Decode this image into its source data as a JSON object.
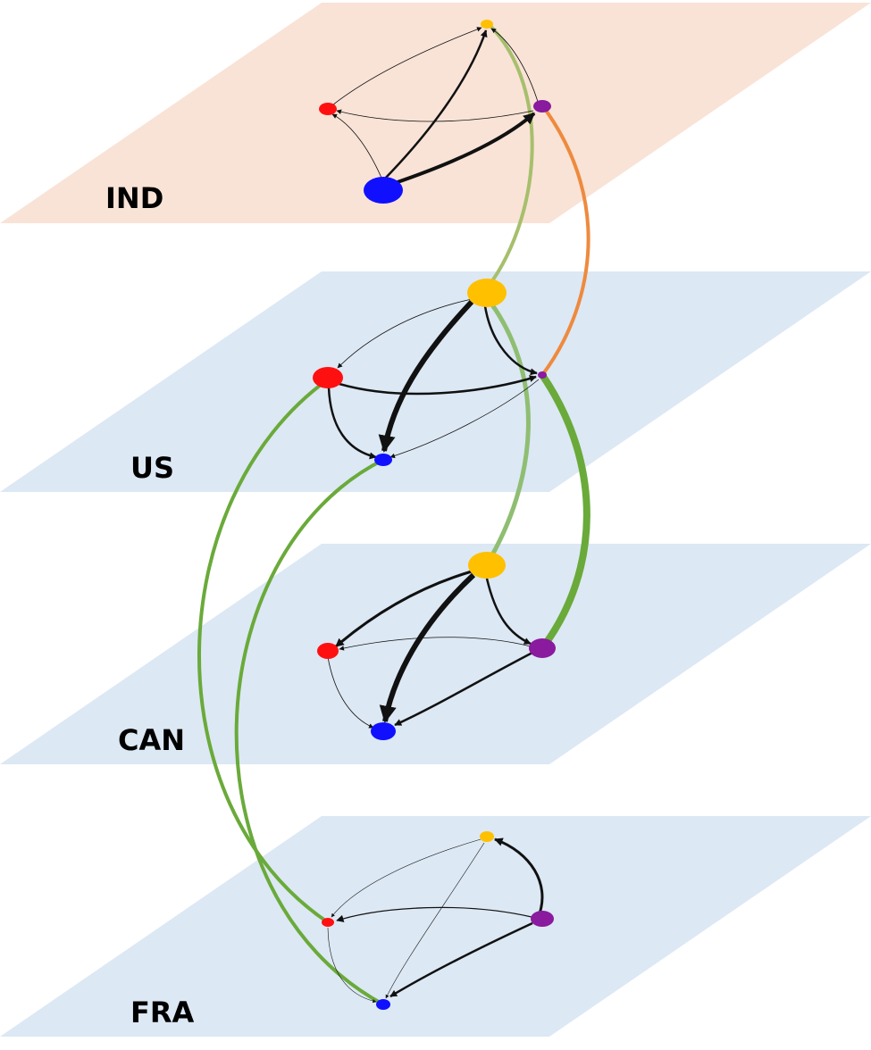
{
  "colors": {
    "highlight_layer_fill": "#f9e3d6",
    "layer_fill": "#dce8f4",
    "edge": "#111111",
    "interlayer_green": "#6aaa3a",
    "interlayer_yellowgreen": "#a7bf6d",
    "interlayer_orange": "#ee8a3e"
  },
  "node_colors": {
    "yellow": "#ffc000",
    "purple": "#8a1a9e",
    "red": "#ff1010",
    "blue": "#1010ff"
  },
  "layers": [
    {
      "id": "IND",
      "label": "IND",
      "highlighted": true
    },
    {
      "id": "US",
      "label": "US",
      "highlighted": false
    },
    {
      "id": "CAN",
      "label": "CAN",
      "highlighted": false
    },
    {
      "id": "FRA",
      "label": "FRA",
      "highlighted": false
    }
  ]
}
